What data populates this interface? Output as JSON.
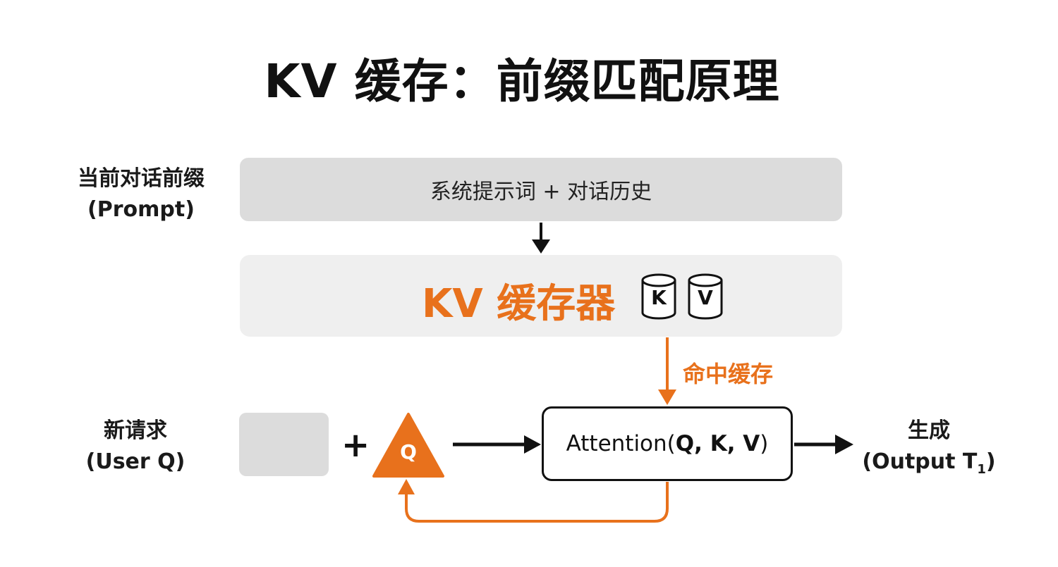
{
  "title": "KV 缓存：前缀匹配原理",
  "prompt_label": {
    "line1": "当前对话前缀",
    "line2": "(Prompt)"
  },
  "prompt_box_text": "系统提示词 + 对话历史",
  "cache": {
    "title": "KV 缓存器",
    "k": "K",
    "v": "V"
  },
  "hit_label": "命中缓存",
  "request_label": {
    "line1": "新请求",
    "line2": "(User Q)"
  },
  "plus_sign": "+",
  "q_symbol": "Q",
  "attention": {
    "prefix": "Attention(",
    "args": "Q, K, V",
    "suffix": ")"
  },
  "output_label": {
    "line1": "生成",
    "line2_prefix": "(Output T",
    "subscript": "1",
    "line2_suffix": ")"
  },
  "colors": {
    "accent": "#e8711c",
    "box_dark": "#dcdcdc",
    "box_light": "#efefef",
    "ink": "#111111"
  }
}
